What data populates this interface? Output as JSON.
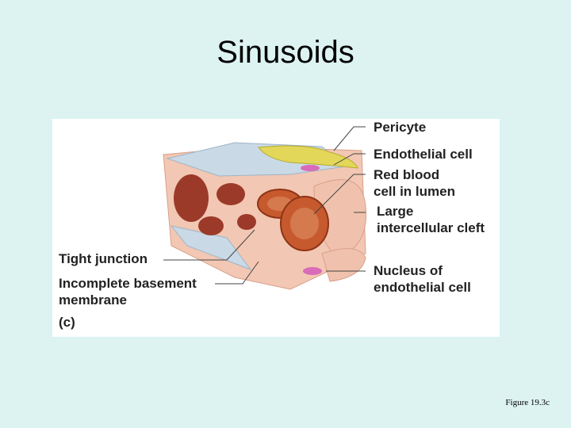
{
  "slide": {
    "title": "Sinusoids",
    "caption": "Figure 19.3c"
  },
  "figure": {
    "panel_label": "(c)",
    "labels": {
      "pericyte": "Pericyte",
      "endothelial_cell": "Endothelial cell",
      "rbc_line1": "Red blood",
      "rbc_line2": "cell in lumen",
      "cleft_line1": "Large",
      "cleft_line2": "intercellular cleft",
      "nucleus_line1": "Nucleus of",
      "nucleus_line2": "endothelial cell",
      "tight_junction": "Tight junction",
      "basement_line1": "Incomplete basement",
      "basement_line2": "membrane"
    },
    "colors": {
      "background": "#dcf3f1",
      "panel": "#ffffff",
      "vessel_wall": "#f2c7b3",
      "vessel_dark": "#9c3a2a",
      "red_blood_cell": "#c65a2e",
      "nucleus": "#d96bb8",
      "pericyte": "#e3d75a",
      "basement_membrane": "#c9d9e6"
    }
  }
}
